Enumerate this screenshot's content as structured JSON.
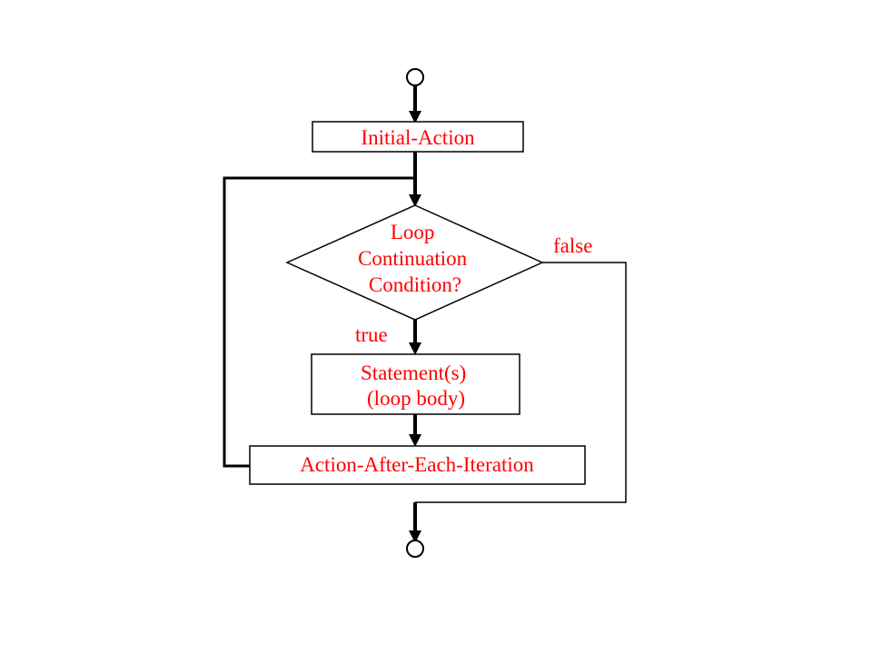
{
  "colors": {
    "text": "#ff0000",
    "line": "#000000",
    "background": "#ffffff"
  },
  "nodes": {
    "start": {
      "shape": "circle"
    },
    "initial_action": {
      "text": "Initial-Action"
    },
    "condition": {
      "lines": [
        "Loop",
        "Continuation",
        "Condition?"
      ]
    },
    "body": {
      "lines": [
        "Statement(s)",
        "(loop body)"
      ]
    },
    "iteration": {
      "text": "Action-After-Each-Iteration"
    },
    "end": {
      "shape": "circle"
    }
  },
  "edge_labels": {
    "true": "true",
    "false": "false"
  }
}
